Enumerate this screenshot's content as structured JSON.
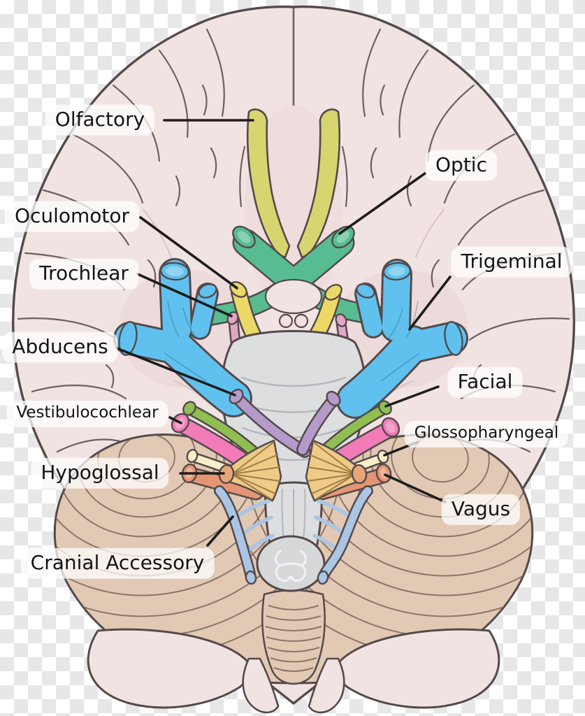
{
  "labels": [
    {
      "id": "olfactory",
      "text": "Olfactory"
    },
    {
      "id": "optic",
      "text": "Optic"
    },
    {
      "id": "oculomotor",
      "text": "Oculomotor"
    },
    {
      "id": "trochlear",
      "text": "Trochlear"
    },
    {
      "id": "abducens",
      "text": "Abducens"
    },
    {
      "id": "trigeminal",
      "text": "Trigeminal"
    },
    {
      "id": "facial",
      "text": "Facial"
    },
    {
      "id": "vestibulocochlear",
      "text": "Vestibulocochlear"
    },
    {
      "id": "glossopharyngeal",
      "text": "Glossopharyngeal"
    },
    {
      "id": "hypoglossal",
      "text": "Hypoglossal"
    },
    {
      "id": "vagus",
      "text": "Vagus"
    },
    {
      "id": "cranial_accessory",
      "text": "Cranial Accessory"
    }
  ],
  "colors": {
    "outline": "#544a4b",
    "brain": "#f2e3e3",
    "brain_shade": "#e7d2d2",
    "cerebellum": "#e2c9b4",
    "folia": "#6f5a50",
    "brainstem": "#dcdee0",
    "brainstem_line": "#b4b6bc",
    "cord": "#d6d8da",
    "cord_matter": "#eff1f3",
    "olfactory": "#d8d46f",
    "optic": "#57bd91",
    "oculomotor": "#ebd967",
    "trochlear": "#e3a5c5",
    "trigeminal": "#60c1ee",
    "abducens": "#b69aca",
    "facial": "#90bf51",
    "vestibulocochlear": "#f17cb8",
    "glossopharyngeal": "#f9eec8",
    "vagus": "#e59573",
    "accessory": "#abc5e4",
    "hypoglossal": "#eecb86",
    "hypoglossal_lines": "#a07c46",
    "hypoglossal_stub": "#e8a678",
    "leader": "#1d1d1d",
    "label_text": "#141414"
  }
}
